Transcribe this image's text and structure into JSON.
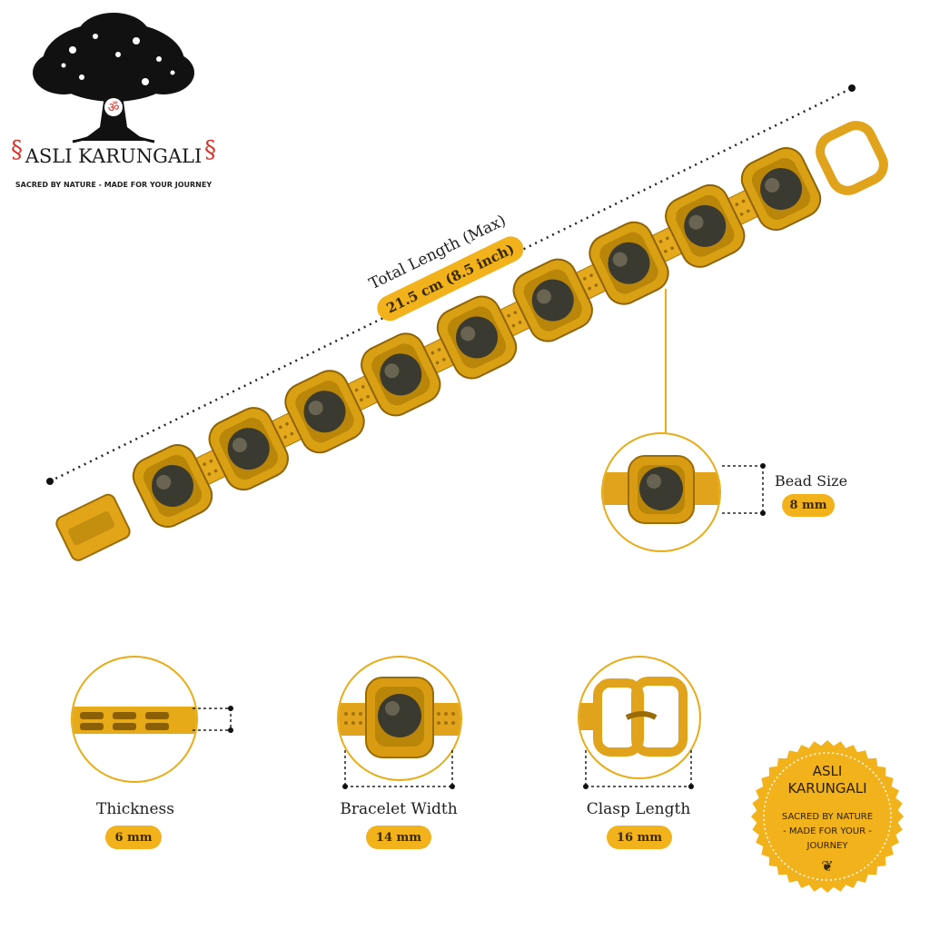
{
  "brand": {
    "name": "ASLI KARUNGALI",
    "tagline": "SACRED BY NATURE - MADE FOR YOUR JOURNEY",
    "logo_icon": "tree-om-icon"
  },
  "total_length": {
    "label": "Total Length (Max)",
    "value": "21.5 cm (8.5 inch)"
  },
  "bead_size": {
    "label": "Bead Size",
    "value": "8 mm"
  },
  "thickness": {
    "label": "Thickness",
    "value": "6 mm"
  },
  "bracelet_width": {
    "label": "Bracelet Width",
    "value": "14 mm"
  },
  "clasp_length": {
    "label": "Clasp Length",
    "value": "16 mm"
  },
  "seal": {
    "line1": "ASLI",
    "line2": "KARUNGALI",
    "line3": "SACRED BY NATURE",
    "line4": "- MADE FOR YOUR -",
    "line5": "JOURNEY"
  },
  "colors": {
    "gold": "#f2b21c",
    "gold_dark": "#b9860a",
    "bead": "#3b3a30",
    "red": "#d9342b"
  }
}
